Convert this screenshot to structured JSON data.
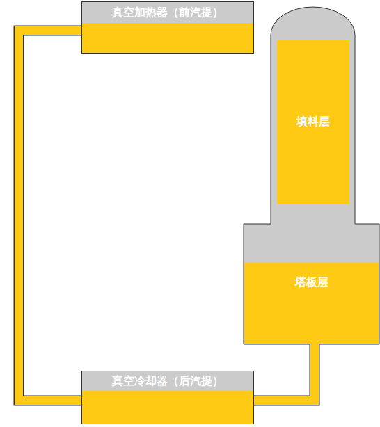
{
  "diagram": {
    "nodes": [
      {
        "text": [
          "真空加热器（前汽提）"
        ]
      },
      {
        "text": [
          "填料层"
        ]
      },
      {
        "text": [
          "塔板层"
        ]
      },
      {
        "text": [
          "真空冷却器（后汽提）"
        ]
      }
    ],
    "edges": [
      {
        "from": 0,
        "to": 3,
        "arrow": "none"
      },
      {
        "from": 2,
        "to": 3,
        "arrow": "none"
      }
    ]
  }
}
